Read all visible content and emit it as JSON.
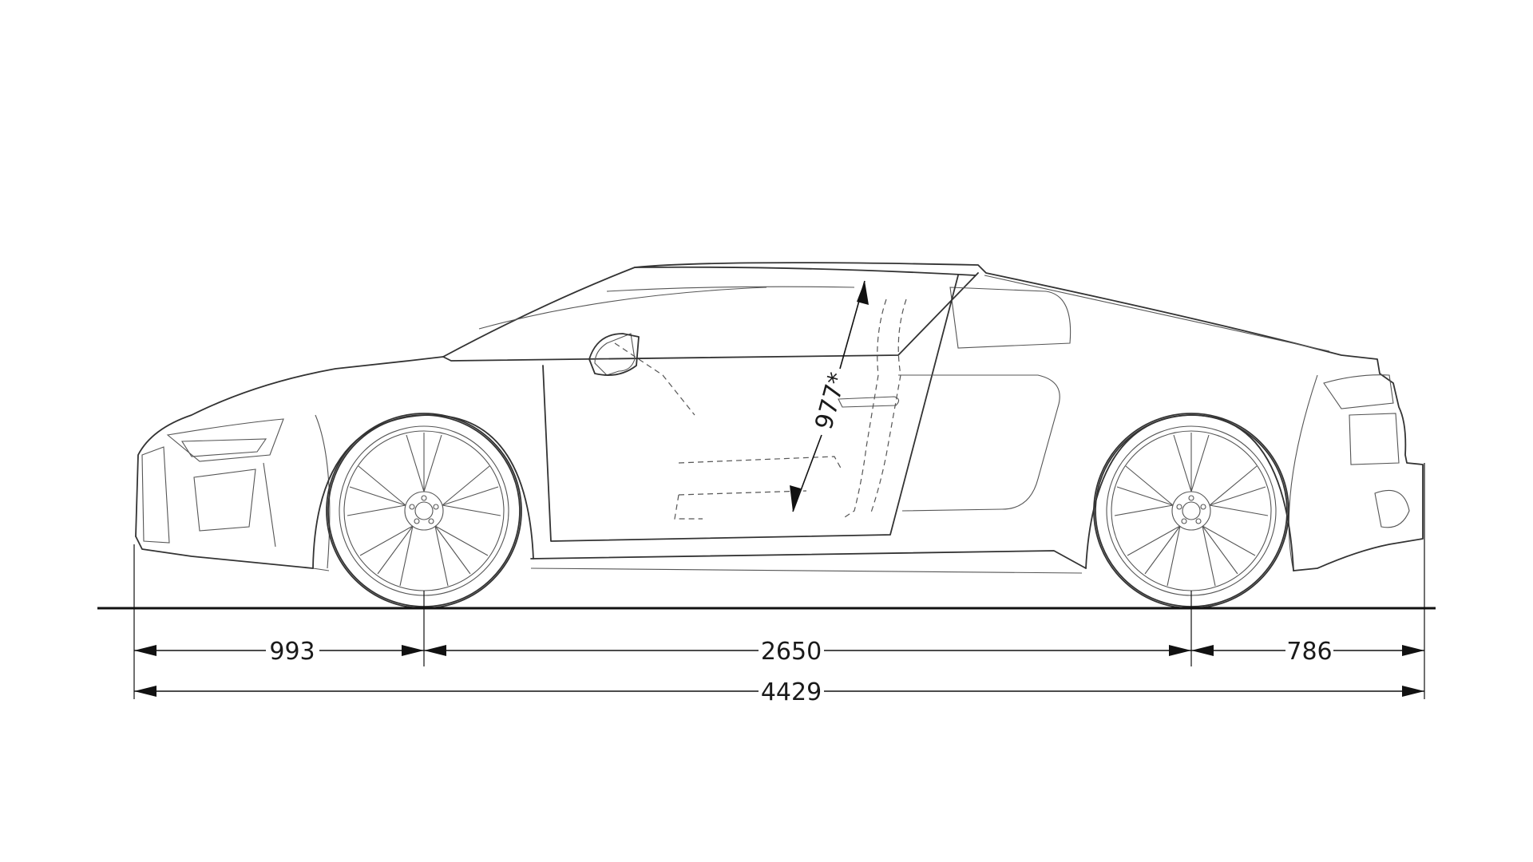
{
  "dimensions": {
    "front_overhang": "993",
    "wheelbase": "2650",
    "rear_overhang": "786",
    "overall_length": "4429",
    "headroom": "977*"
  }
}
